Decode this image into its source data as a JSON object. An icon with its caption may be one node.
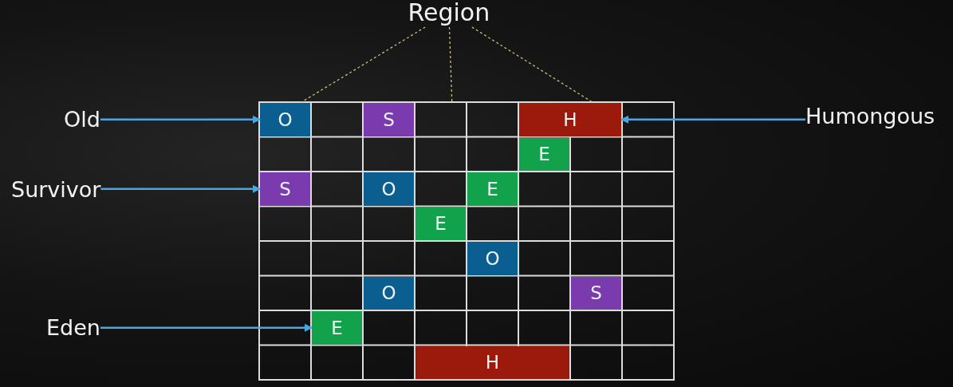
{
  "diagram": {
    "nodes": [
      {
        "text": [
          "Region"
        ]
      },
      {
        "text": [
          "Old"
        ]
      },
      {
        "text": [
          "Humongous"
        ]
      },
      {
        "text": [
          "Survivor"
        ]
      },
      {
        "text": [
          "Eden"
        ]
      },
      {
        "text": [],
        "shape": "grid"
      },
      {
        "text": [
          "O"
        ],
        "in": 5
      },
      {
        "text": [
          "S"
        ],
        "in": 5
      },
      {
        "text": [
          "H"
        ],
        "in": 5
      },
      {
        "text": [
          "E"
        ],
        "in": 5
      },
      {
        "text": [
          "S"
        ],
        "in": 5
      },
      {
        "text": [
          "O"
        ],
        "in": 5
      },
      {
        "text": [
          "E"
        ],
        "in": 5
      },
      {
        "text": [
          "E"
        ],
        "in": 5
      },
      {
        "text": [
          "O"
        ],
        "in": 5
      },
      {
        "text": [
          "O"
        ],
        "in": 5
      },
      {
        "text": [
          "S"
        ],
        "in": 5
      },
      {
        "text": [
          "E"
        ],
        "in": 5
      },
      {
        "text": [
          "H"
        ],
        "in": 5
      }
    ],
    "edges": [
      {
        "from": 0,
        "to": 6,
        "arrow": "none",
        "style": "dashed",
        "color": "#cbbd82"
      },
      {
        "from": 0,
        "to": 5,
        "arrow": "none",
        "style": "dashed",
        "color": "#cbbd82"
      },
      {
        "from": 0,
        "to": 8,
        "arrow": "none",
        "style": "dashed",
        "color": "#cbbd82"
      },
      {
        "from": 1,
        "to": 6,
        "arrow": "to"
      },
      {
        "from": 2,
        "to": 8,
        "arrow": "to"
      },
      {
        "from": 3,
        "to": 10,
        "arrow": "to"
      },
      {
        "from": 4,
        "to": 17,
        "arrow": "to"
      }
    ]
  }
}
